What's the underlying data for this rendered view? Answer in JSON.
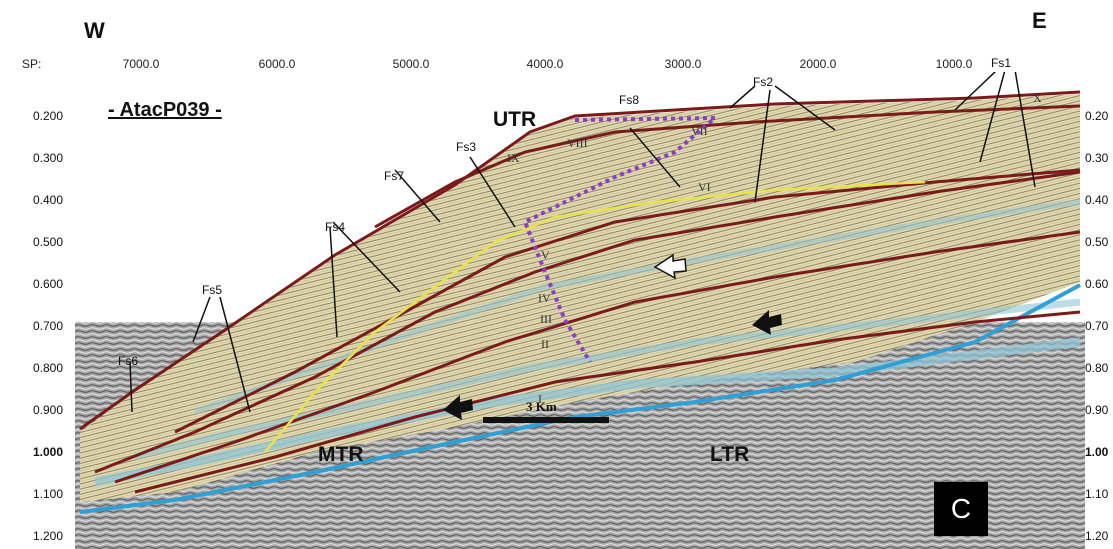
{
  "orientation": {
    "west": "W",
    "east": "E"
  },
  "shotpoint_axis": {
    "label": "SP:",
    "ticks": [
      "7000.0",
      "6000.0",
      "5000.0",
      "4000.0",
      "3000.0",
      "2000.0",
      "1000.0"
    ]
  },
  "time_axis": {
    "ticks": [
      "0.200",
      "0.300",
      "0.400",
      "0.500",
      "0.600",
      "0.700",
      "0.800",
      "0.900",
      "1.000",
      "1.100",
      "1.200"
    ],
    "ticks_right": [
      "0.20",
      "0.30",
      "0.40",
      "0.50",
      "0.60",
      "0.70",
      "0.80",
      "0.90",
      "1.00",
      "1.10",
      "1.20"
    ]
  },
  "title": "- AtacP039 -",
  "zones": {
    "upper": "UTR",
    "middle": "MTR",
    "lower": "LTR"
  },
  "fault_labels": [
    "Fs1",
    "Fs2",
    "Fs3",
    "Fs4",
    "Fs5",
    "Fs6",
    "Fs7",
    "Fs8"
  ],
  "units": [
    "I",
    "II",
    "III",
    "IV",
    "V",
    "VI",
    "VII",
    "VIII",
    "IX",
    "X"
  ],
  "scale_bar": {
    "label": "3 Km"
  },
  "panel": "C",
  "colors": {
    "fault": "#7a1a1a",
    "fault_light": "#a02a2a",
    "basement_reflector": "#2f9fd4",
    "sediment_fill": "#e3dab0",
    "blue_bands": "#8fc4d6",
    "yellow_horizon": "#e8e34a",
    "purple_dotted": "#8a3fc4",
    "seismic_gray": "#9a9a9a",
    "arrow": "#111111"
  }
}
